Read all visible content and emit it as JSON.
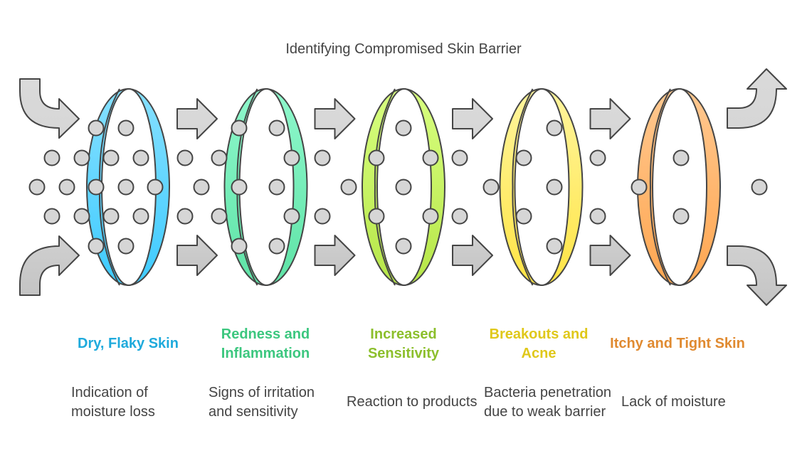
{
  "title": "Identifying Compromised Skin Barrier",
  "stages": [
    {
      "title": "Dry, Flaky Skin",
      "description": "Indication of moisture loss",
      "color": "#1eaadc",
      "ring_top": "#86e0ff",
      "ring_bottom": "#3ecbff"
    },
    {
      "title": "Redness and Inflammation",
      "description": "Signs of irritation and sensitivity",
      "color": "#3cc77f",
      "ring_top": "#8ff8cc",
      "ring_bottom": "#5ee3a6"
    },
    {
      "title": "Increased Sensitivity",
      "description": "Reaction to products",
      "color": "#8cbf2c",
      "ring_top": "#d8ff80",
      "ring_bottom": "#b6e648"
    },
    {
      "title": "Breakouts and Acne",
      "description": "Bacteria penetration due to weak barrier",
      "color": "#e0c81a",
      "ring_top": "#fff59e",
      "ring_bottom": "#ffe444"
    },
    {
      "title": "Itchy and Tight Skin",
      "description": "Lack of moisture",
      "color": "#e08a30",
      "ring_top": "#ffc890",
      "ring_bottom": "#ffa650"
    }
  ],
  "icons": {
    "arrow": "arrow-right-icon",
    "particle": "particle-dot-icon",
    "ring": "filter-ring-icon"
  }
}
